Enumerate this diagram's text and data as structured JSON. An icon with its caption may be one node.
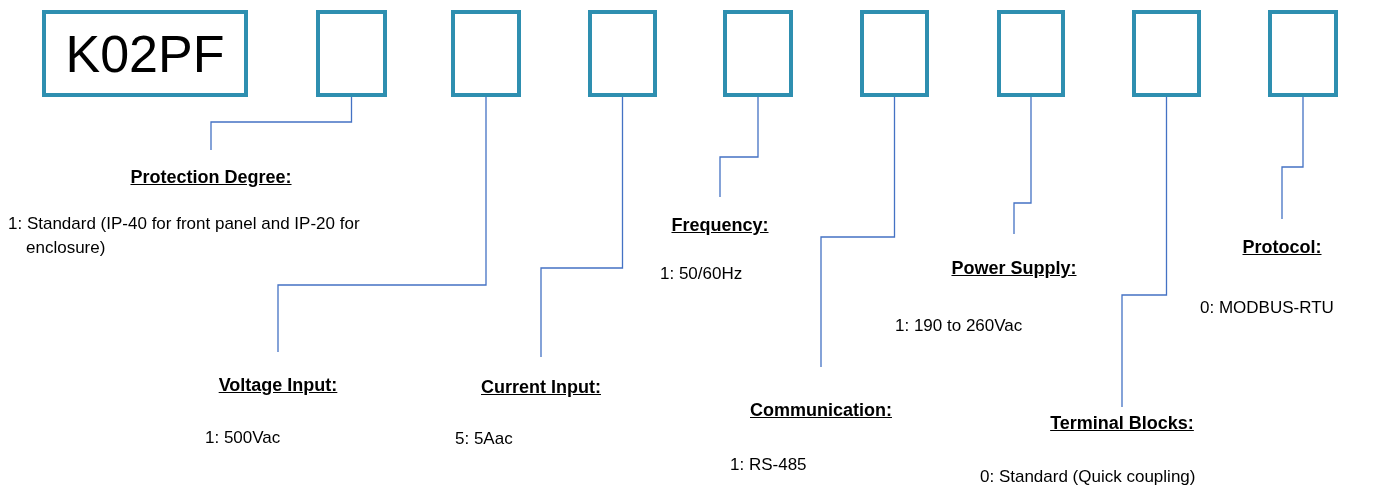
{
  "diagram": {
    "nodes": [
      {
        "text": [
          "K02PF"
        ]
      },
      {
        "text": [],
        "shape": "box"
      },
      {
        "text": [],
        "shape": "box"
      },
      {
        "text": [],
        "shape": "box"
      },
      {
        "text": [],
        "shape": "box"
      },
      {
        "text": [],
        "shape": "box"
      },
      {
        "text": [],
        "shape": "box"
      },
      {
        "text": [],
        "shape": "box"
      },
      {
        "text": [],
        "shape": "box"
      },
      {
        "text": [
          "Protection Degree:",
          "1: Standard (IP-40 for front panel and IP-20 for enclosure)"
        ]
      },
      {
        "text": [
          "Voltage Input:",
          "1: 500Vac"
        ]
      },
      {
        "text": [
          "Current Input:",
          "5: 5Aac"
        ]
      },
      {
        "text": [
          "Frequency:",
          "1: 50/60Hz"
        ]
      },
      {
        "text": [
          "Communication:",
          "1: RS-485"
        ]
      },
      {
        "text": [
          "Power Supply:",
          "1: 190 to 260Vac"
        ]
      },
      {
        "text": [
          "Terminal Blocks:",
          "0: Standard (Quick coupling)"
        ]
      },
      {
        "text": [
          "Protocol:",
          "0: MODBUS-RTU"
        ]
      }
    ],
    "edges": [
      {
        "from": 1,
        "to": 9,
        "arrow": "none"
      },
      {
        "from": 2,
        "to": 10,
        "arrow": "none"
      },
      {
        "from": 3,
        "to": 11,
        "arrow": "none"
      },
      {
        "from": 4,
        "to": 12,
        "arrow": "none"
      },
      {
        "from": 5,
        "to": 13,
        "arrow": "none"
      },
      {
        "from": 6,
        "to": 14,
        "arrow": "none"
      },
      {
        "from": 7,
        "to": 15,
        "arrow": "none"
      },
      {
        "from": 8,
        "to": 16,
        "arrow": "none"
      }
    ]
  }
}
